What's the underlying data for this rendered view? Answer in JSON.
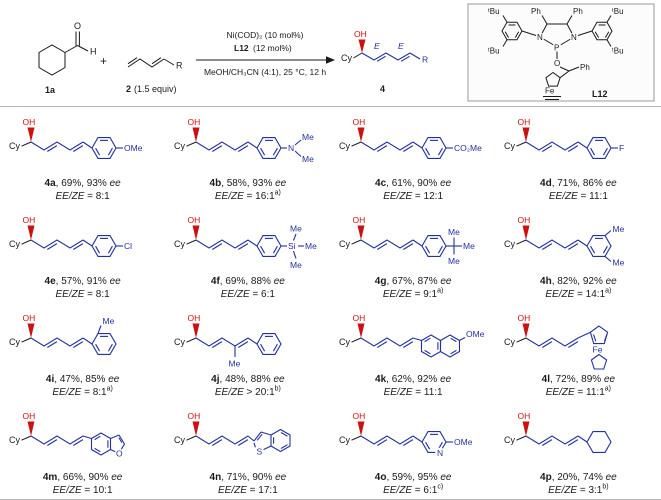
{
  "labels": {
    "cy": "Cy",
    "oh": "OH"
  },
  "scheme": {
    "aldehyde": {
      "o": "O",
      "h": "H",
      "label": "1a"
    },
    "plus": "+",
    "diene": {
      "r": "R",
      "num": "2",
      "equiv": "(1.5 equiv)"
    },
    "conditions": {
      "line1": "Ni(COD)₂ (10 mol%)",
      "line2_bold": "L12",
      "line2_rest": "(12 mol%)",
      "line3": "MeOH/CH₃CN (4:1), 25 °C, 12 h"
    },
    "product": {
      "cy": "Cy",
      "oh": "OH",
      "e1": "E",
      "e2": "E",
      "r": "R",
      "label": "4"
    },
    "ligand": {
      "ph1": "Ph",
      "ph2": "Ph",
      "ph3": "Ph",
      "tbu1": "ᵗBu",
      "tbu2": "ᵗBu",
      "tbu3": "ᵗBu",
      "tbu4": "ᵗBu",
      "n1": "N",
      "n2": "N",
      "p": "P",
      "o": "O",
      "fe": "Fe",
      "label": "L12"
    }
  },
  "products": [
    {
      "id": "4a",
      "yield": ", 69%, 93% ",
      "ee": "ee",
      "ratio_it": "EE/ZE",
      "ratio": " = 8:1",
      "note": "",
      "sub0": "OMe"
    },
    {
      "id": "4b",
      "yield": ", 58%, 93% ",
      "ee": "ee",
      "ratio_it": "EE/ZE",
      "ratio": " = 16:1",
      "note": "a)",
      "sub0": "N",
      "sub1": "Me",
      "sub2": "Me"
    },
    {
      "id": "4c",
      "yield": ", 61%, 90% ",
      "ee": "ee",
      "ratio_it": "EE/ZE",
      "ratio": " = 12:1",
      "note": "",
      "sub0": "CO₂Me"
    },
    {
      "id": "4d",
      "yield": ", 71%, 86% ",
      "ee": "ee",
      "ratio_it": "EE/ZE",
      "ratio": " = 11:1",
      "note": "",
      "sub0": "F"
    },
    {
      "id": "4e",
      "yield": ", 57%, 91% ",
      "ee": "ee",
      "ratio_it": "EE/ZE",
      "ratio": " = 8:1",
      "note": "",
      "sub0": "Cl"
    },
    {
      "id": "4f",
      "yield": ", 69%, 88% ",
      "ee": "ee",
      "ratio_it": "EE/ZE",
      "ratio": " = 6:1",
      "note": "",
      "sub0": "Si",
      "sub1": "Me",
      "sub2": "Me",
      "sub3": "Me"
    },
    {
      "id": "4g",
      "yield": ", 67%, 87% ",
      "ee": "ee",
      "ratio_it": "EE/ZE",
      "ratio": " = 9:1",
      "note": "a)",
      "sub0": "Me",
      "sub1": "Me",
      "sub2": "Me"
    },
    {
      "id": "4h",
      "yield": ", 82%, 92% ",
      "ee": "ee",
      "ratio_it": "EE/ZE",
      "ratio": " = 14:1",
      "note": "a)",
      "sub0": "Me",
      "sub1": "Me"
    },
    {
      "id": "4i",
      "yield": ", 47%, 85% ",
      "ee": "ee",
      "ratio_it": "EE/ZE",
      "ratio": " = 8:1",
      "note": "a)",
      "sub0": "Me"
    },
    {
      "id": "4j",
      "yield": ", 48%, 88% ",
      "ee": "ee",
      "ratio_it": "EE/ZE",
      "ratio": " > 20:1",
      "note": "b)",
      "sub0": "Me"
    },
    {
      "id": "4k",
      "yield": ", 62%, 92% ",
      "ee": "ee",
      "ratio_it": "EE/ZE",
      "ratio": " = 11:1",
      "note": "",
      "sub0": "OMe"
    },
    {
      "id": "4l",
      "yield": ", 72%, 89% ",
      "ee": "ee",
      "ratio_it": "EE/ZE",
      "ratio": " = 11:1",
      "note": "a)",
      "sub0": "Fe"
    },
    {
      "id": "4m",
      "yield": ", 66%, 90% ",
      "ee": "ee",
      "ratio_it": "EE/ZE",
      "ratio": " = 10:1",
      "note": "",
      "sub0": "O"
    },
    {
      "id": "4n",
      "yield": ", 71%, 90% ",
      "ee": "ee",
      "ratio_it": "EE/ZE",
      "ratio": " = 17:1",
      "note": "",
      "sub0": "S"
    },
    {
      "id": "4o",
      "yield": ", 59%, 95% ",
      "ee": "ee",
      "ratio_it": "EE/ZE",
      "ratio": " = 6:1",
      "note": "c)",
      "sub0": "N",
      "sub1": "OMe"
    },
    {
      "id": "4p",
      "yield": ", 20%, 74% ",
      "ee": "ee",
      "ratio_it": "EE/ZE",
      "ratio": " = 3:1",
      "note": "b)"
    }
  ]
}
